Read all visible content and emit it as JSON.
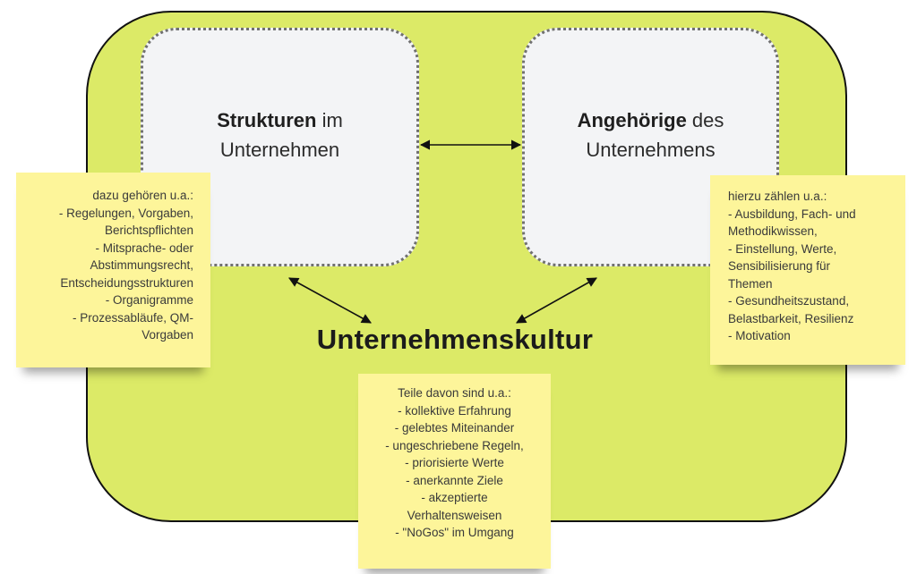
{
  "colors": {
    "frame_fill": "#dcea67",
    "box_fill": "#f3f4f6",
    "note_fill": "#fdf59a"
  },
  "box_structures": {
    "bold": "Strukturen",
    "rest1": " im",
    "line2": "Unternehmen"
  },
  "box_members": {
    "bold": "Angehörige",
    "rest1": " des",
    "line2": "Unternehmens"
  },
  "title": "Unternehmenskultur",
  "note_left": {
    "lines": [
      "dazu gehören u.a.:",
      "- Regelungen, Vorgaben,",
      "Berichtspflichten",
      "- Mitsprache- oder",
      "Abstimmungsrecht,",
      "Entscheidungsstrukturen",
      "- Organigramme",
      "- Prozessabläufe, QM-",
      "Vorgaben"
    ]
  },
  "note_right": {
    "lines": [
      "hierzu zählen u.a.:",
      "- Ausbildung, Fach- und",
      "Methodikwissen,",
      "- Einstellung, Werte,",
      "Sensibilisierung für",
      "Themen",
      "- Gesundheitszustand,",
      "Belastbarkeit, Resilienz",
      "- Motivation"
    ]
  },
  "note_bottom": {
    "lines": [
      "Teile davon sind u.a.:",
      "- kollektive Erfahrung",
      "- gelebtes Miteinander",
      "- ungeschriebene Regeln,",
      "- priorisierte Werte",
      "- anerkannte Ziele",
      "- akzeptierte",
      "Verhaltensweisen",
      "- \"NoGos\" im Umgang"
    ]
  }
}
